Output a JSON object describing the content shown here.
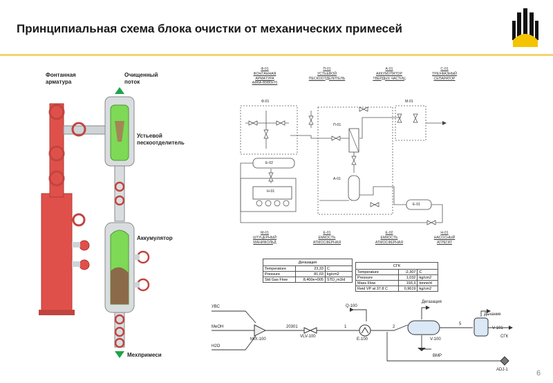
{
  "slide": {
    "title": "Принципиальная схема блока очистки от механических примесей",
    "page_number": "6"
  },
  "colors": {
    "accent_yellow": "#f3d36b",
    "valve_red": "#e0504a",
    "green": "#7ed957",
    "brown": "#8b6a4a"
  },
  "illustration": {
    "label_fontan": "Фонтанная\nарматура",
    "label_clean_flow": "Очищенный\nпоток",
    "label_separator": "Устьевой\nпескоотделитель",
    "label_accumulator": "Аккумулятор",
    "label_impurities": "Мехпримеси"
  },
  "schematic": {
    "f01_tag": "Ф-01",
    "f01_desc": "ФОНТАННАЯ\nАРМАТУРА\nАФ6А-80/80х70",
    "p01_tag": "П-01",
    "p01_desc": "УСТЬЕВОЙ\nПЕСКООТДЕЛИТЕЛЬ",
    "a01_tag": "А-01",
    "a01_desc": "АККУМУЛЯТОР\nТВЕРДЫХ ЧАСТИЦ",
    "c01_tag": "С-01",
    "c01_desc": "ТРЕХФАЗНЫЙ\nСЕПАРАТОР",
    "m01_tag": "М-01",
    "m01_desc": "ШТУЦЕРНЫЙ\nМАНИФОЛЬД",
    "e01_tag": "Е-01",
    "e01_desc": "ЕМКОСТЬ\nАТМОСФЕРНАЯ",
    "e02_tag": "Е-02",
    "e02_desc": "ЕМКОСТЬ\nАТМОСФЕРНАЯ",
    "h01_tag": "Н-01",
    "h01_desc": "НАСОСНЫЙ\nАГРЕГАТ",
    "box_f01": "Ф-01",
    "box_m01": "М-01",
    "box_p01": "П-01",
    "box_a01": "А-01",
    "box_e02": "Е-02",
    "box_h01": "Н-01",
    "box_e01": "Е-01"
  },
  "degassing_table": {
    "title": "Дегазация",
    "rows": [
      [
        "Temperature",
        "23,33",
        "C"
      ],
      [
        "Pressure",
        "81,03",
        "kg/cm2"
      ],
      [
        "Std Gas Flow",
        "8,400e+005",
        "STD_m3/d"
      ]
    ]
  },
  "sgk_table": {
    "title": "СГК",
    "rows": [
      [
        "Temperature",
        "-2,307",
        "C"
      ],
      [
        "Pressure",
        "1,032",
        "kg/cm2"
      ],
      [
        "Mass Flow",
        "193,3",
        "tonne/d"
      ],
      [
        "Reid VP at 37.8 C",
        "0,9619",
        "kg/cm2"
      ]
    ]
  },
  "hysys": {
    "uvs": "УВС",
    "meoh": "MeOH",
    "h2o": "H2O",
    "mix": "MIX-100",
    "s20301": "20301",
    "vlv": "VLV-100",
    "s1": "1",
    "q100": "Q-100",
    "e100": "E-100",
    "s2": "2",
    "degas": "Дегазация",
    "v100": "V-100",
    "vmp": "ВМР",
    "s5": "5",
    "breath": "Дыхание",
    "v101": "V-101",
    "sgk": "СГК",
    "adj": "ADJ-1"
  }
}
